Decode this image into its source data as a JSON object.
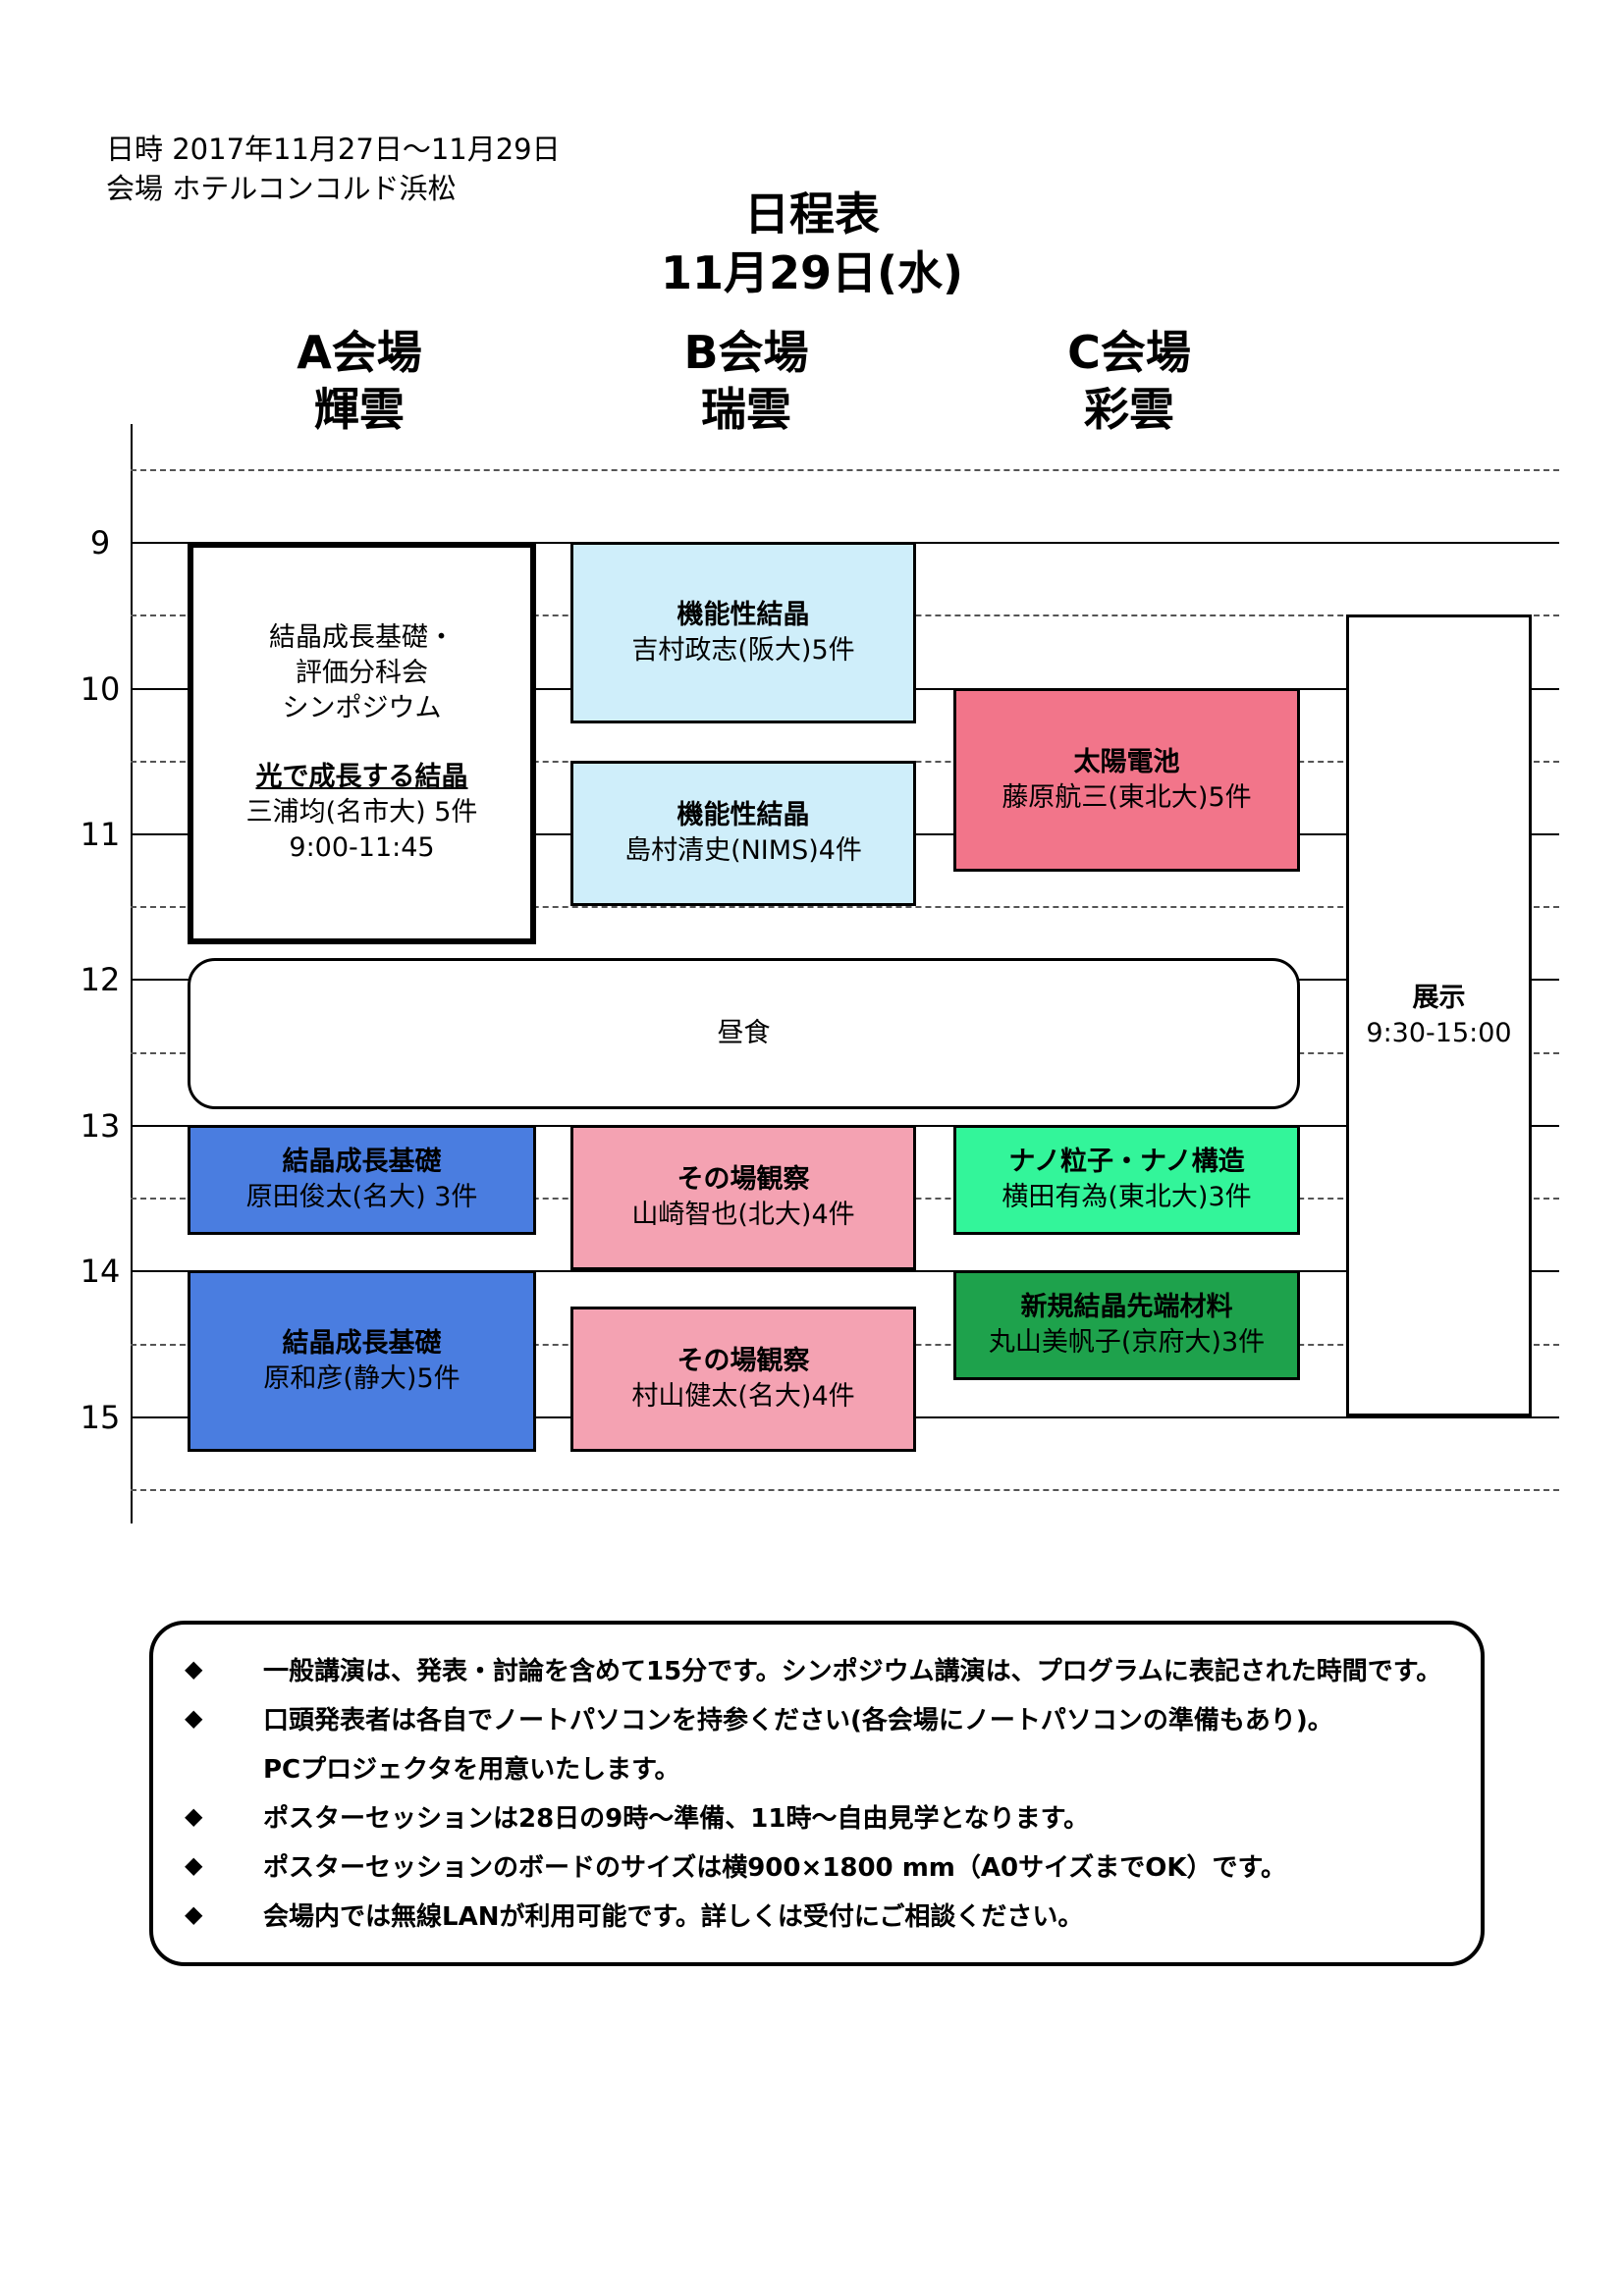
{
  "header": {
    "datetime": "日時 2017年11月27日〜11月29日",
    "venue": "会場 ホテルコンコルド浜松"
  },
  "title": {
    "line1": "日程表",
    "line2": "11月29日(水)"
  },
  "rooms": [
    {
      "name": "A会場",
      "sub": "輝雲"
    },
    {
      "name": "B会場",
      "sub": "瑞雲"
    },
    {
      "name": "C会場",
      "sub": "彩雲"
    }
  ],
  "hours": [
    "9",
    "10",
    "11",
    "12",
    "13",
    "14",
    "15"
  ],
  "sessions": {
    "a_symposium": {
      "l1": "結晶成長基礎・",
      "l2": "評価分科会",
      "l3": "シンポジウム",
      "title": "光で成長する結晶",
      "chair": "三浦均(名市大) 5件",
      "time": "9:00-11:45"
    },
    "b1": {
      "title": "機能性結晶",
      "chair": "吉村政志(阪大)5件",
      "color": "#cfeefa"
    },
    "b2": {
      "title": "機能性結晶",
      "chair": "島村清史(NIMS)4件",
      "color": "#cfeefa"
    },
    "c1": {
      "title": "太陽電池",
      "chair": "藤原航三(東北大)5件",
      "color": "#f2758a"
    },
    "exhibit": {
      "title": "展示",
      "time": "9:30-15:00"
    },
    "lunch": {
      "label": "昼食"
    },
    "a2": {
      "title": "結晶成長基礎",
      "chair": "原田俊太(名大) 3件",
      "color": "#4a7de0"
    },
    "a3": {
      "title": "結晶成長基礎",
      "chair": "原和彦(静大)5件",
      "color": "#4a7de0"
    },
    "b3": {
      "title": "その場観察",
      "chair": "山崎智也(北大)4件",
      "color": "#f4a2b2"
    },
    "b4": {
      "title": "その場観察",
      "chair": "村山健太(名大)4件",
      "color": "#f4a2b2"
    },
    "c2": {
      "title": "ナノ粒子・ナノ構造",
      "chair": "横田有為(東北大)3件",
      "color": "#33f59a"
    },
    "c3": {
      "title": "新規結晶先端材料",
      "chair": "丸山美帆子(京府大)3件",
      "color": "#1ea24c"
    }
  },
  "notes": {
    "bullet": "◆",
    "items": [
      "一般講演は、発表・討論を含めて15分です。シンポジウム講演は、プログラムに表記された時間です。",
      "口頭発表者は各自でノートパソコンを持参ください(各会場にノートパソコンの準備もあり)。",
      "PCプロジェクタを用意いたします。",
      "ポスターセッションは28日の9時〜準備、11時〜自由見学となります。",
      "ポスターセッションのボードのサイズは横900×1800 mm（A0サイズまでOK）です。",
      "会場内では無線LANが利用可能です。詳しくは受付にご相談ください。"
    ]
  }
}
